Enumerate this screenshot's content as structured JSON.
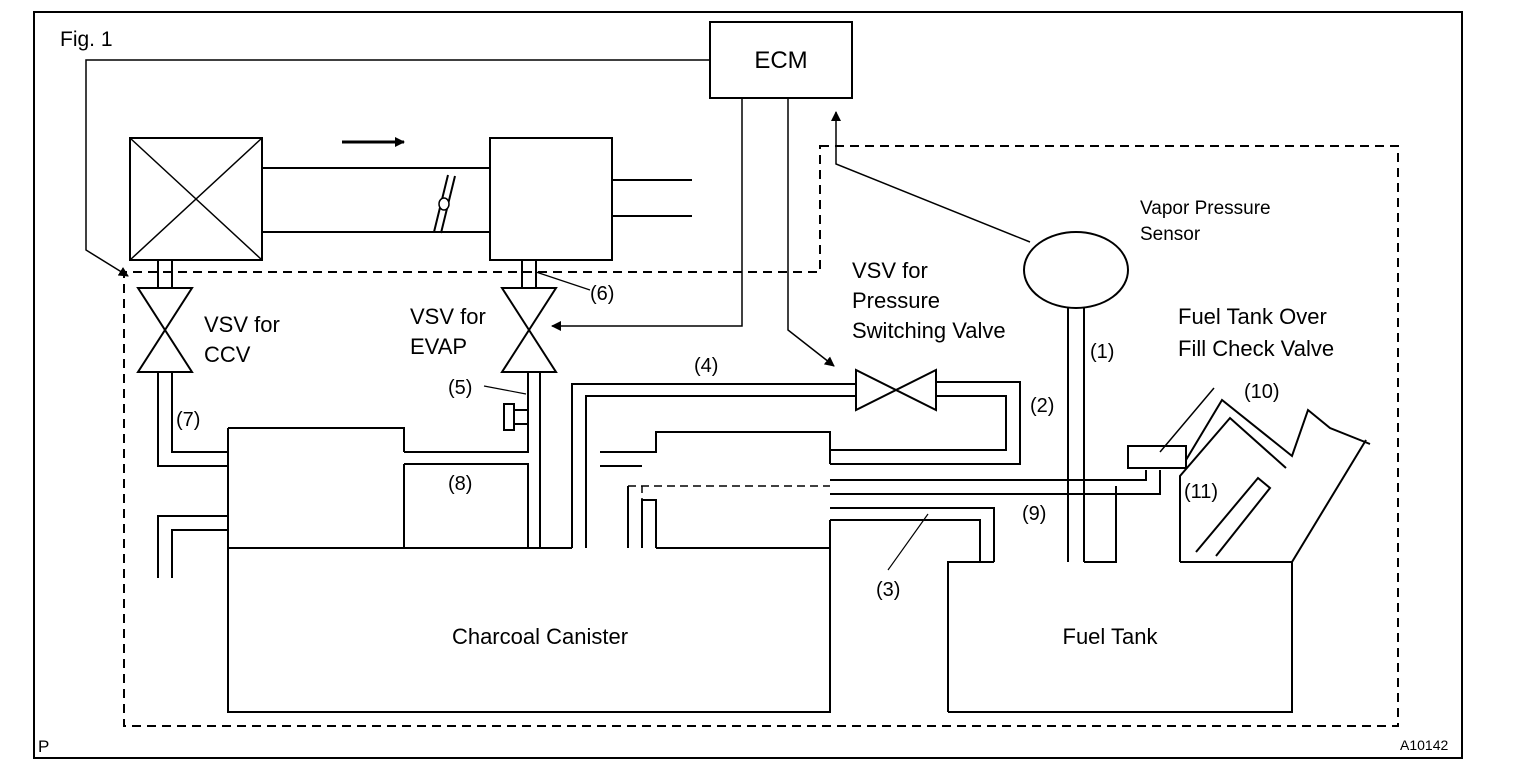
{
  "figure": {
    "label": "Fig. 1",
    "corner_code": "P",
    "ref_code": "A10142"
  },
  "components": {
    "ecm": "ECM",
    "vapor_pressure_sensor_line1": "Vapor Pressure",
    "vapor_pressure_sensor_line2": "Sensor",
    "vsv_pressure_line1": "VSV for",
    "vsv_pressure_line2": "Pressure",
    "vsv_pressure_line3": "Switching Valve",
    "vsv_ccv_line1": "VSV for",
    "vsv_ccv_line2": "CCV",
    "vsv_evap_line1": "VSV for",
    "vsv_evap_line2": "EVAP",
    "fill_check_line1": "Fuel Tank Over",
    "fill_check_line2": "Fill Check Valve",
    "charcoal_canister": "Charcoal Canister",
    "fuel_tank": "Fuel Tank"
  },
  "callouts": {
    "c1": "(1)",
    "c2": "(2)",
    "c3": "(3)",
    "c4": "(4)",
    "c5": "(5)",
    "c6": "(6)",
    "c7": "(7)",
    "c8": "(8)",
    "c9": "(9)",
    "c10": "(10)",
    "c11": "(11)"
  },
  "colors": {
    "line": "#000000",
    "background": "#ffffff"
  }
}
